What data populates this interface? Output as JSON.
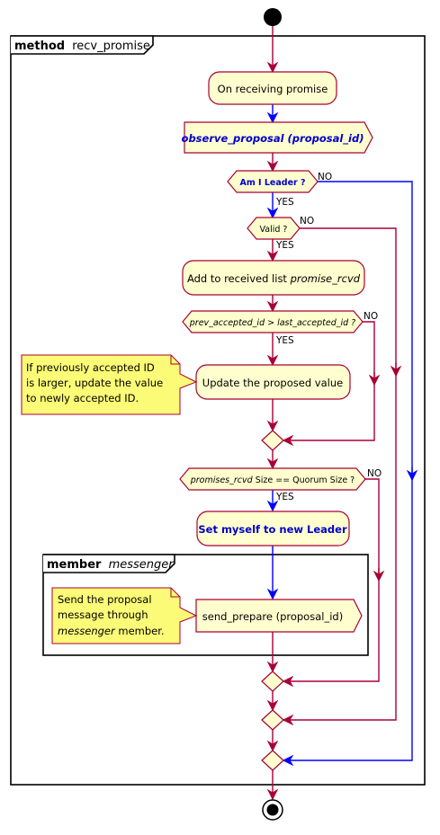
{
  "frames": {
    "method_keyword": "method",
    "method_name": "recv_promise",
    "member_keyword": "member",
    "member_name": "messenger"
  },
  "nodes": {
    "on_receiving": "On receiving promise",
    "observe": "observe_proposal (proposal_id)",
    "am_i_leader": "Am I Leader ?",
    "valid": "Valid ?",
    "add_received_prefix": "Add to received list ",
    "add_received_var": "promise_rcvd",
    "prev_accepted": "prev_accepted_id > last_accepted_id ?",
    "update_value": "Update the proposed value",
    "promises_var": "promises_rcvd",
    "promises_rest": " Size == Quorum Size ?",
    "set_leader": "Set myself to new Leader",
    "send_prepare": "send_prepare (proposal_id)"
  },
  "notes": {
    "update_line1": "If previously accepted ID",
    "update_line2": "is larger, update the value",
    "update_line3": "to newly accepted ID.",
    "send_line1": "Send the proposal",
    "send_line2": "message through",
    "send_line3_var": "messenger",
    "send_line3_rest": " member."
  },
  "labels": {
    "yes": "YES",
    "no": "NO"
  },
  "colors": {
    "edge": "#a80036",
    "blue_edge": "#0000ff",
    "activity_fill": "#fefece",
    "note_fill": "#fbfb77"
  }
}
